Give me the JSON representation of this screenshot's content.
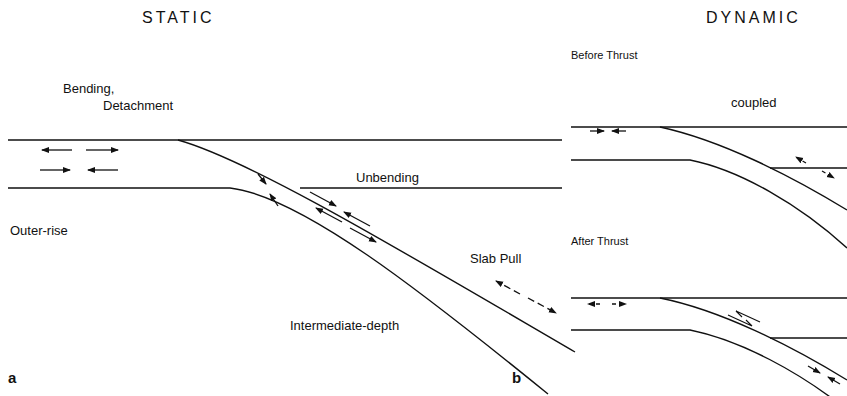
{
  "diagram": {
    "labels": [
      "STATIC",
      "DYNAMIC",
      "Bending,",
      "Detachment",
      "Outer-rise",
      "Unbending",
      "Slab Pull",
      "Intermediate-depth",
      "a",
      "Before Thrust",
      "coupled",
      "After Thrust",
      "b"
    ]
  }
}
